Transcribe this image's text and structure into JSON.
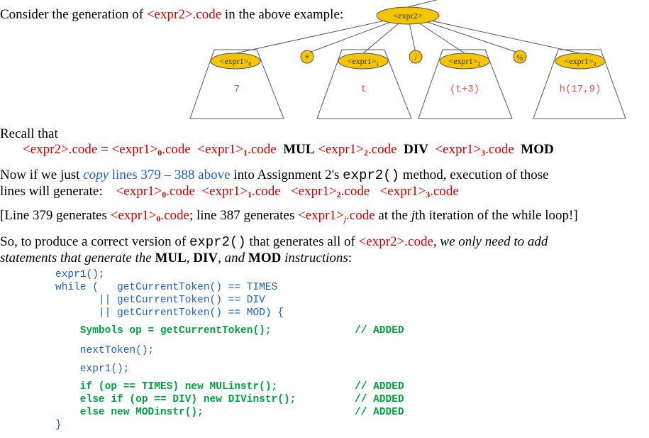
{
  "intro": {
    "before": "Consider the generation of ",
    "expr": "<expr2>",
    "after_code": ".code",
    "rest": " in the above example:"
  },
  "tree": {
    "root": "<expr2>",
    "children": [
      {
        "label": "<expr1>",
        "sub": "0",
        "code": "7"
      },
      {
        "label": "<expr1>",
        "sub": "1",
        "code": "t"
      },
      {
        "label": "<expr1>",
        "sub": "2",
        "code": "(t+3)"
      },
      {
        "label": "<expr1>",
        "sub": "3",
        "code": "h(17,9)"
      }
    ],
    "ops": [
      "*",
      "/",
      "%"
    ]
  },
  "recall": {
    "heading": "Recall that",
    "lhs": "<expr2>.code",
    "eq": " = ",
    "e0": "<expr1>",
    "s0": "0",
    "e0b": ".code",
    "e1": "<expr1>",
    "s1": "1",
    "e1b": ".code",
    "mul": "MUL",
    "e2": "<expr1>",
    "s2": "2",
    "e2b": ".code",
    "div": "DIV",
    "e3": "<expr1>",
    "s3": "3",
    "e3b": ".code",
    "mod": "MOD"
  },
  "para1": {
    "a": "Now if we just ",
    "copy": "copy",
    "lines": " lines 379 – 388 above",
    "b": " into Assignment 2's ",
    "method": "expr2()",
    "c": " method, execution of those",
    "d": "lines will generate:",
    "g0": "<expr1>",
    "gs0": "0",
    "g0b": ".code",
    "g1": "<expr1>",
    "gs1": "1",
    "g1b": ".code",
    "g2": "<expr1>",
    "gs2": "2",
    "g2b": ".code",
    "g3": "<expr1>",
    "gs3": "3",
    "g3b": ".code"
  },
  "para2": {
    "a": "[Line 379 generates ",
    "e0": "<expr1>",
    "s0": "0",
    "e0b": ".code",
    "b": "; line 387 generates ",
    "ej": "<expr1>",
    "sj": "j",
    "ejb": ".code",
    "c": " at the ",
    "j": "j",
    "d": "th iteration of the while loop!]"
  },
  "para3": {
    "a": "So, to produce a correct version of ",
    "method": "expr2()",
    "b": " that generates all of ",
    "e": "<expr2>.code",
    "c": ", ",
    "d": "we only need to add",
    "e2": "statements that generate the ",
    "mul": "MUL",
    "f": ", ",
    "div": "DIV",
    "g": ", ",
    "and": "and",
    "mod": "MOD",
    "h": " instructions",
    "i": ":"
  },
  "code": {
    "l1": "expr1();",
    "l2": "while (   getCurrentToken() == TIMES",
    "l3": "       || getCurrentToken() == DIV",
    "l4": "       || getCurrentToken() == MOD) {",
    "l5": "    Symbols op = getCurrentToken();",
    "l5c": "// ADDED",
    "l6": "    nextToken();",
    "l7": "    expr1();",
    "l8": "    if (op == TIMES) new MULinstr();",
    "l8c": "// ADDED",
    "l9": "    else if (op == DIV) new DIVinstr();",
    "l9c": "// ADDED",
    "l10": "    else new MODinstr();",
    "l10c": "// ADDED",
    "l11": "}"
  },
  "colors": {
    "red": "#cc0000",
    "blue": "#1f5fbf",
    "green": "#00a040",
    "node_fill": "#f5c400"
  }
}
